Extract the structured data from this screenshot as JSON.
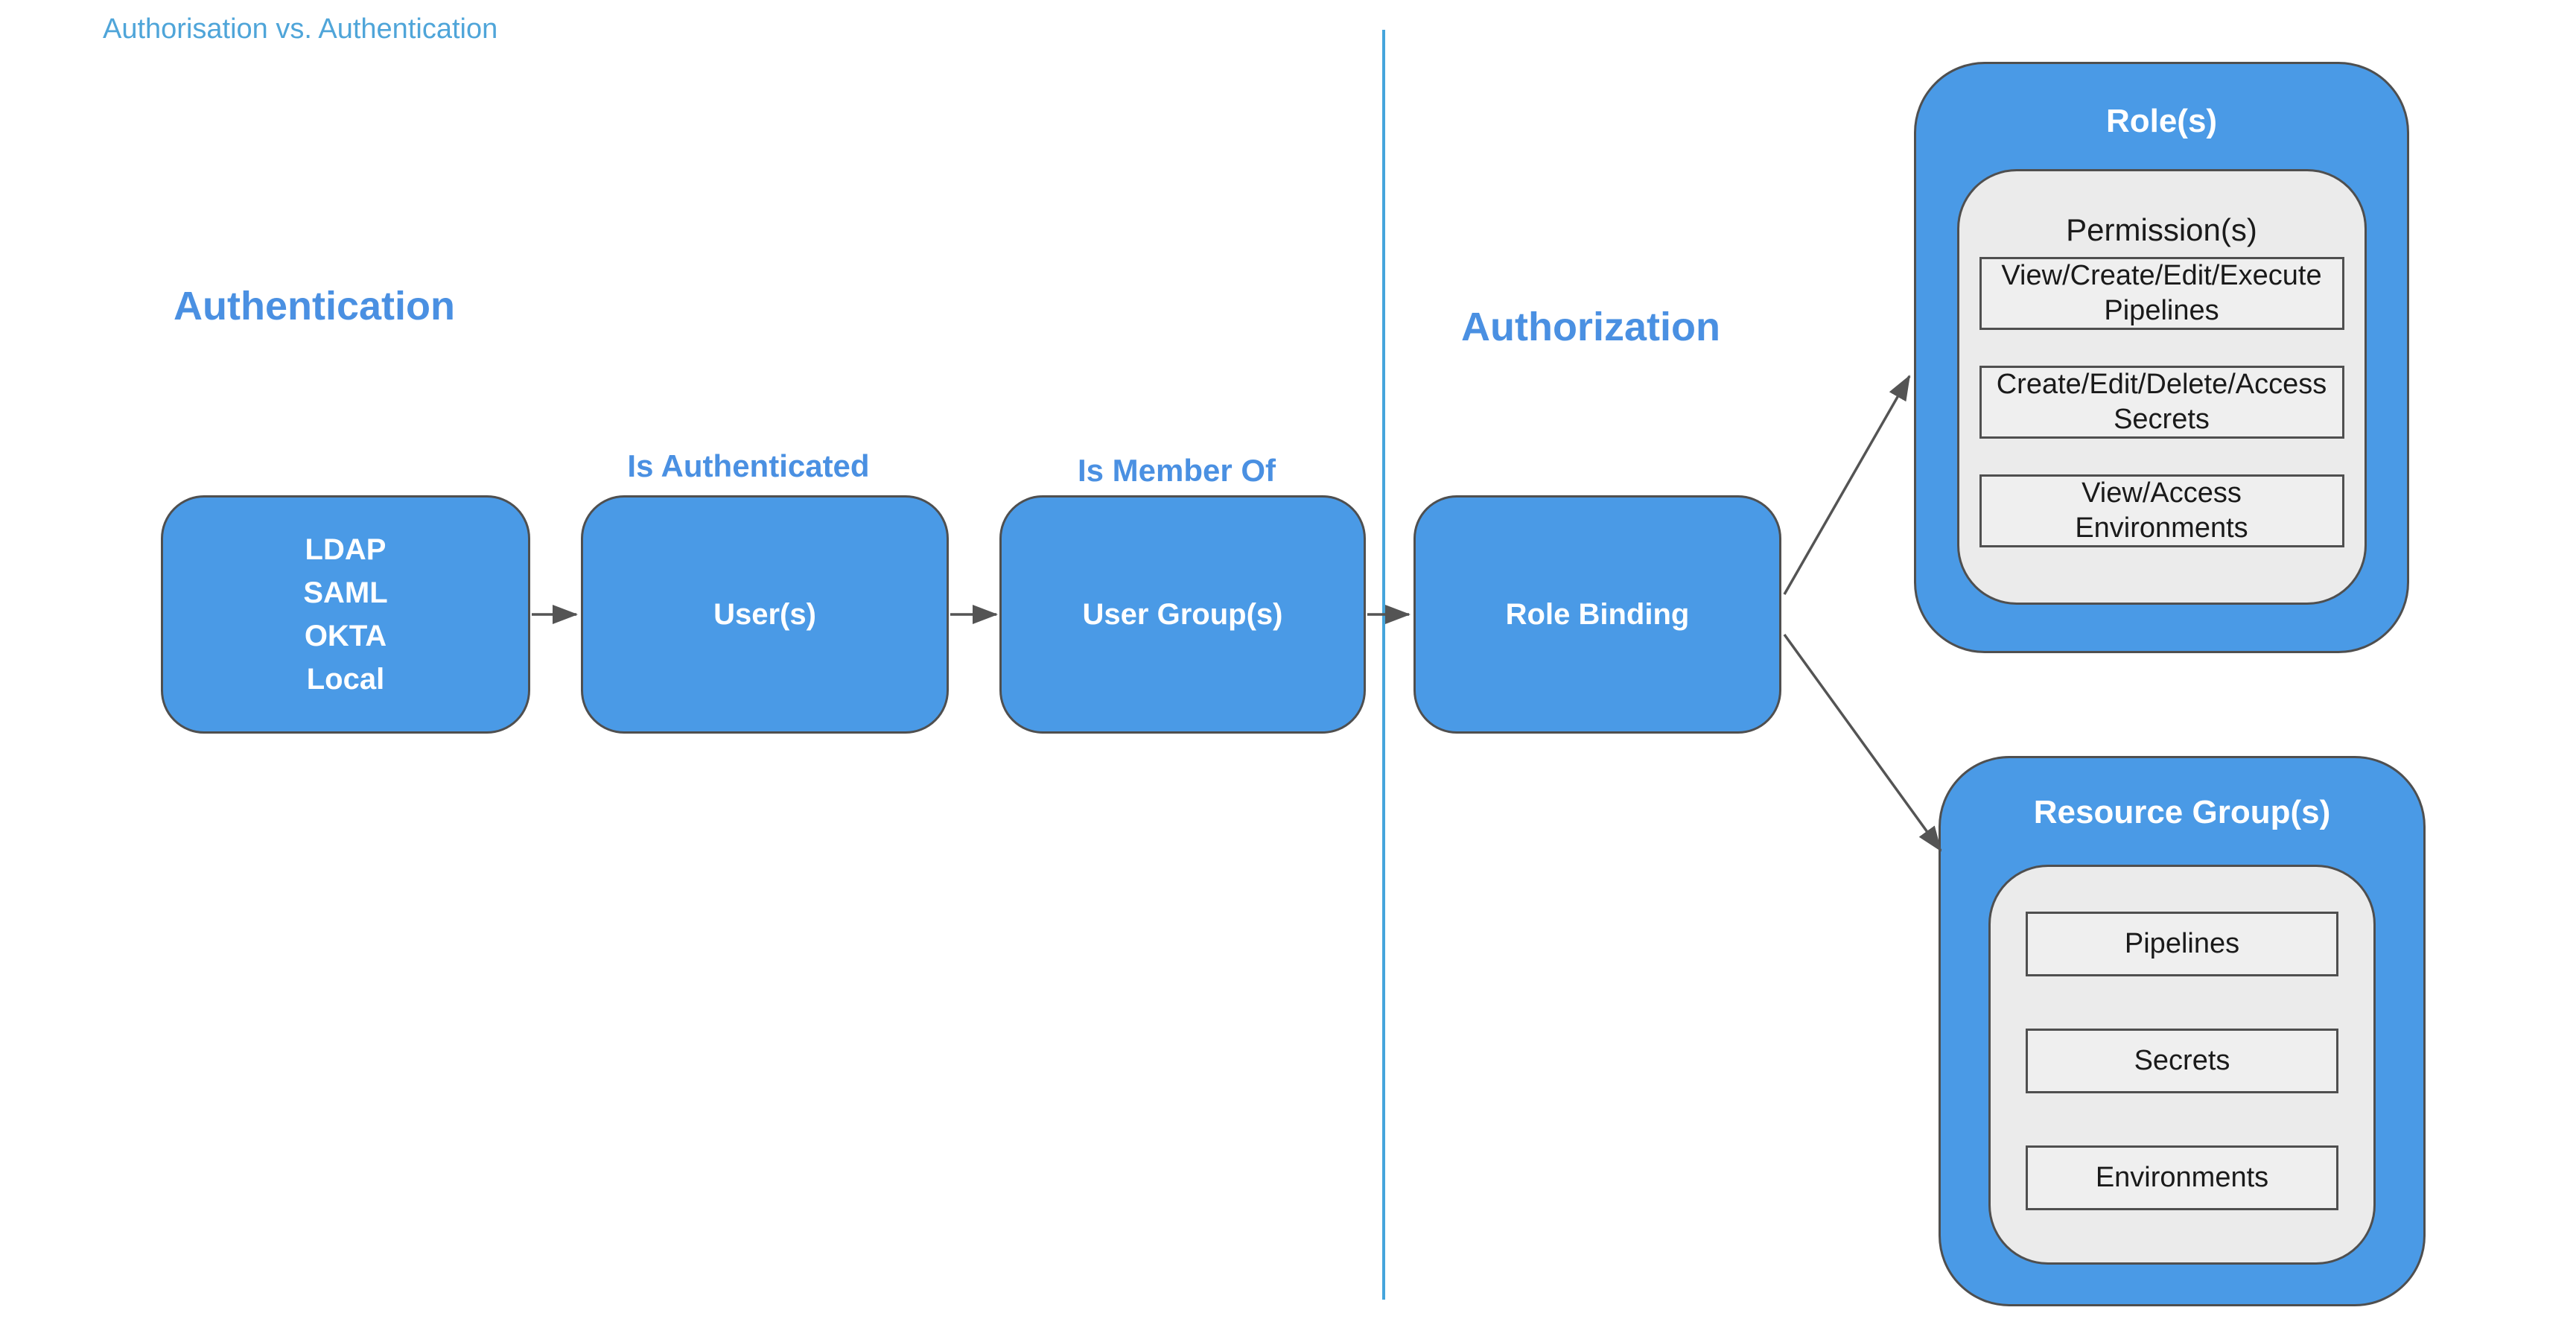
{
  "title": "Authorisation vs. Authentication",
  "headings": {
    "left": "Authentication",
    "right": "Authorization"
  },
  "edge_labels": {
    "is_authenticated": "Is Authenticated",
    "is_member_of": "Is Member Of"
  },
  "nodes": {
    "identity_providers": {
      "lines": [
        "LDAP",
        "SAML",
        "OKTA",
        "Local"
      ]
    },
    "users": {
      "label": "User(s)"
    },
    "user_groups": {
      "label": "User Group(s)"
    },
    "role_binding": {
      "label": "Role Binding"
    }
  },
  "roles": {
    "title": "Role(s)",
    "permissions_title": "Permission(s)",
    "permissions": [
      [
        "View/Create/Edit/Execute",
        "Pipelines"
      ],
      [
        "Create/Edit/Delete/Access",
        "Secrets"
      ],
      [
        "View/Access",
        "Environments"
      ]
    ]
  },
  "resource_groups": {
    "title": "Resource Group(s)",
    "items": [
      "Pipelines",
      "Secrets",
      "Environments"
    ]
  },
  "colors": {
    "node_fill": "#4a9ae6",
    "node_border": "#4f4f4f",
    "panel_fill": "#ebebeb",
    "item_fill": "#efefef",
    "heading_blue": "#4a90e2",
    "title_blue": "#4fa5d9",
    "divider_blue": "#45a5dc",
    "arrow_gray": "#545454",
    "node_text": "#ffffff",
    "item_text": "#1a1a1a"
  }
}
